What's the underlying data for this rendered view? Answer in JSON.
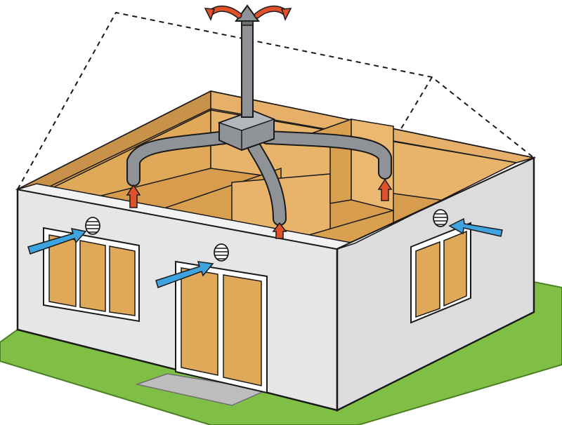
{
  "diagram": {
    "subject": "house-ventilation-cutaway",
    "colors": {
      "grass": "#7fbf45",
      "grass_stroke": "#4c7f22",
      "wall": "#e6e6e6",
      "wall_side": "#dcdcdc",
      "interior": "#e0a95a",
      "interior_dark": "#c9924a",
      "window_fill": "#e0a95a",
      "duct": "#8f9296",
      "duct_dark": "#6e7175",
      "extract_arrow": "#e0502a",
      "supply_arrow": "#3ea3df",
      "path": "#bdbdbd",
      "outline": "#1a1a1a"
    },
    "icons": {
      "extract_arrows": "red-up-arrow",
      "supply_arrows": "blue-inlet-arrow",
      "exhaust_arrows": "curved-red-arrow",
      "vents": "round-grille-vent"
    },
    "counts": {
      "extract_points": 3,
      "air_inlets": 3
    }
  }
}
